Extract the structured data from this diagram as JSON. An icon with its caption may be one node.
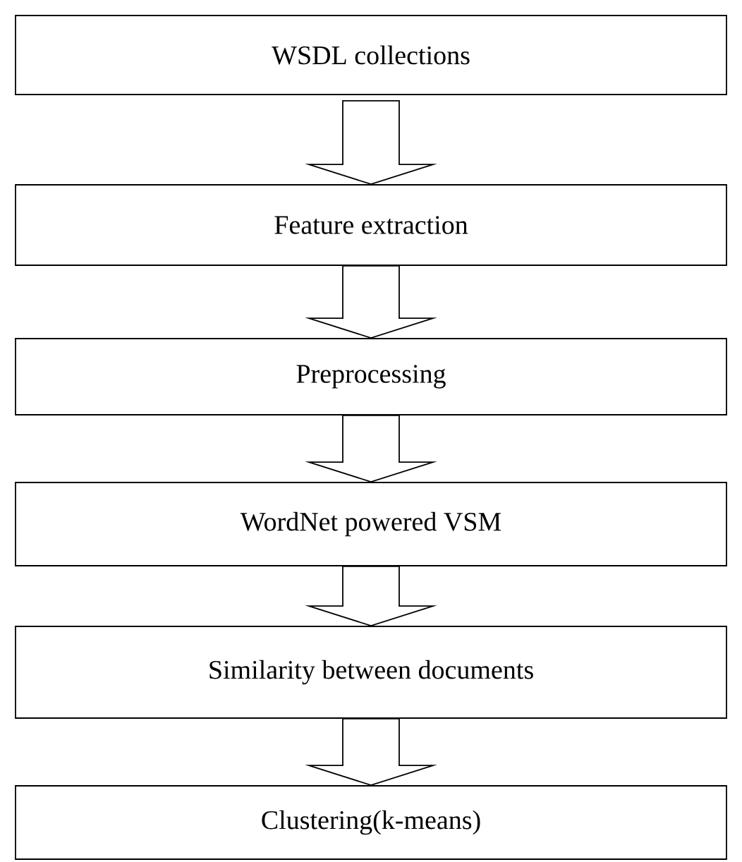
{
  "diagram": {
    "nodes": [
      {
        "text": [
          "WSDL collections"
        ]
      },
      {
        "text": [
          "Feature extraction"
        ]
      },
      {
        "text": [
          "Preprocessing"
        ]
      },
      {
        "text": [
          "WordNet powered VSM"
        ]
      },
      {
        "text": [
          "Similarity between documents"
        ]
      },
      {
        "text": [
          "Clustering(k-means)"
        ]
      }
    ],
    "edges": [
      {
        "from": 0,
        "to": 1,
        "arrow": "to"
      },
      {
        "from": 1,
        "to": 2,
        "arrow": "to"
      },
      {
        "from": 2,
        "to": 3,
        "arrow": "to"
      },
      {
        "from": 3,
        "to": 4,
        "arrow": "to"
      },
      {
        "from": 4,
        "to": 5,
        "arrow": "to"
      }
    ]
  }
}
